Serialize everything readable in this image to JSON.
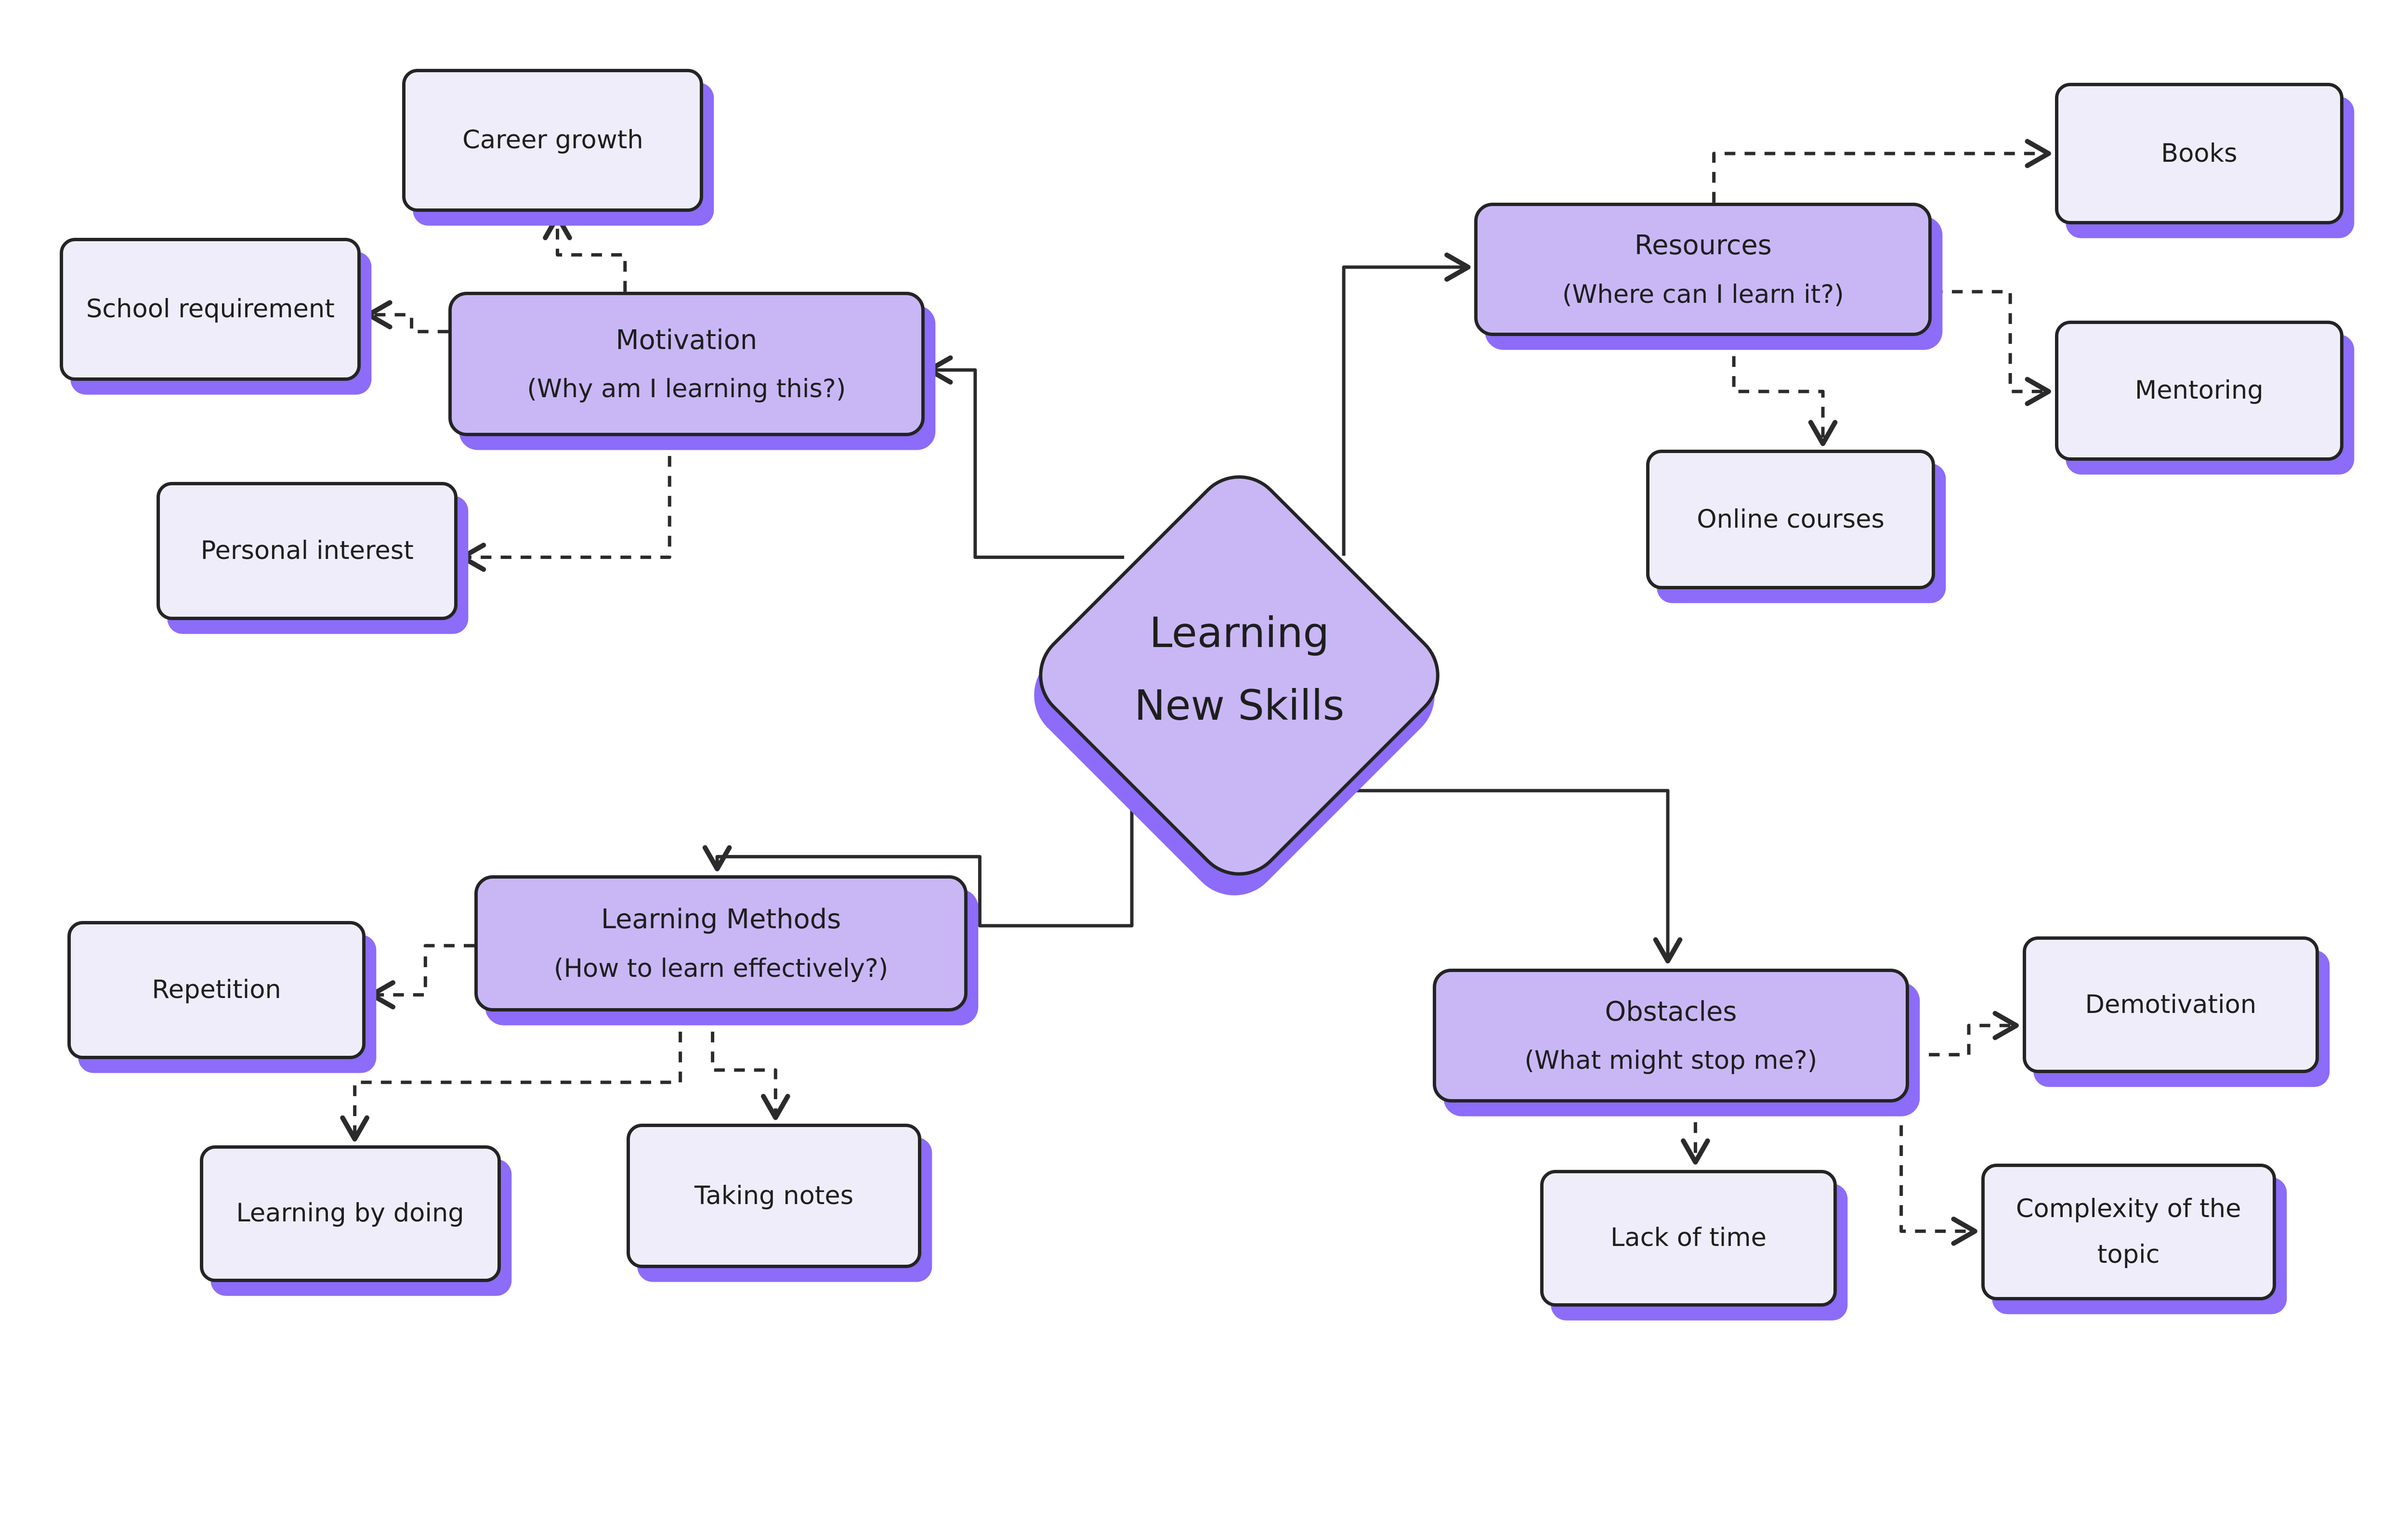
{
  "diagram": {
    "root": {
      "line1": "Learning",
      "line2": "New Skills"
    },
    "branches": {
      "motivation": {
        "title": "Motivation",
        "subtitle": "(Why am I learning this?)"
      },
      "resources": {
        "title": "Resources",
        "subtitle": "(Where can I learn it?)"
      },
      "learning_methods": {
        "title": "Learning Methods",
        "subtitle": "(How to learn effectively?)"
      },
      "obstacles": {
        "title": "Obstacles",
        "subtitle": "(What might stop me?)"
      }
    },
    "leaves": {
      "career_growth": {
        "label": "Career growth"
      },
      "school_requirement": {
        "label": "School requirement"
      },
      "personal_interest": {
        "label": "Personal interest"
      },
      "books": {
        "label": "Books"
      },
      "mentoring": {
        "label": "Mentoring"
      },
      "online_courses": {
        "label": "Online courses"
      },
      "repetition": {
        "label": "Repetition"
      },
      "learning_by_doing": {
        "label": "Learning by doing"
      },
      "taking_notes": {
        "label": "Taking notes"
      },
      "demotivation": {
        "label": "Demotivation"
      },
      "lack_of_time": {
        "label": "Lack of time"
      },
      "complexity": {
        "label": "Complexity of the topic"
      }
    },
    "edges": [
      {
        "from": "root",
        "to": "motivation",
        "style": "solid"
      },
      {
        "from": "root",
        "to": "resources",
        "style": "solid"
      },
      {
        "from": "root",
        "to": "learning_methods",
        "style": "solid"
      },
      {
        "from": "root",
        "to": "obstacles",
        "style": "solid"
      },
      {
        "from": "motivation",
        "to": "career_growth",
        "style": "dashed"
      },
      {
        "from": "motivation",
        "to": "school_requirement",
        "style": "dashed"
      },
      {
        "from": "motivation",
        "to": "personal_interest",
        "style": "dashed"
      },
      {
        "from": "resources",
        "to": "books",
        "style": "dashed"
      },
      {
        "from": "resources",
        "to": "mentoring",
        "style": "dashed"
      },
      {
        "from": "resources",
        "to": "online_courses",
        "style": "dashed"
      },
      {
        "from": "learning_methods",
        "to": "repetition",
        "style": "dashed"
      },
      {
        "from": "learning_methods",
        "to": "learning_by_doing",
        "style": "dashed"
      },
      {
        "from": "learning_methods",
        "to": "taking_notes",
        "style": "dashed"
      },
      {
        "from": "obstacles",
        "to": "demotivation",
        "style": "dashed"
      },
      {
        "from": "obstacles",
        "to": "lack_of_time",
        "style": "dashed"
      },
      {
        "from": "obstacles",
        "to": "complexity",
        "style": "dashed"
      }
    ]
  },
  "colors": {
    "background": "#ffffff",
    "branch_fill": "#c9b7f5",
    "leaf_fill": "#efedfa",
    "shadow": "#8c6cf8",
    "stroke": "#242424",
    "line": "#2b2b2b",
    "text": "#1e1e1e"
  }
}
